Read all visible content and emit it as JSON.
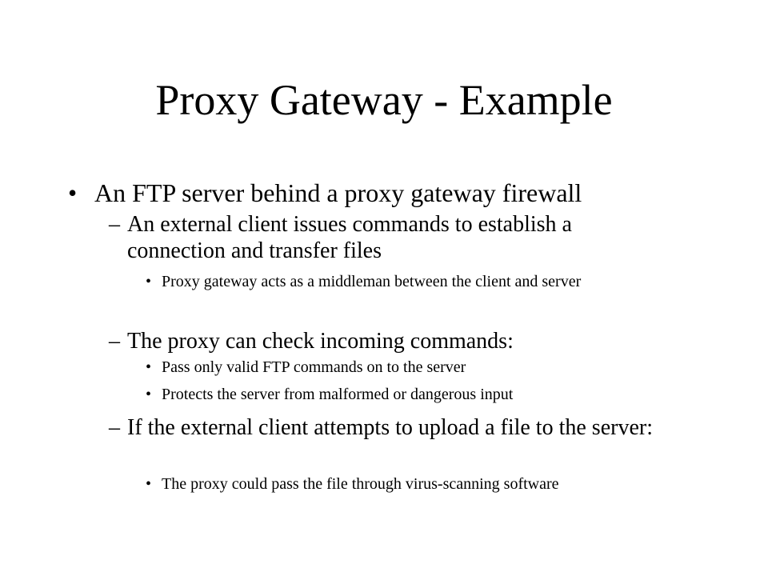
{
  "slide": {
    "title": "Proxy Gateway - Example",
    "bullet_char": "•",
    "dash_char": "–",
    "items": [
      {
        "level": 1,
        "text": "An FTP server behind a proxy gateway firewall"
      },
      {
        "level": 2,
        "text": "An external client issues commands to establish a connection and transfer files"
      },
      {
        "level": 3,
        "text": "Proxy gateway acts as a middleman between the client and server"
      },
      {
        "level": 2,
        "text": "The proxy can check incoming commands:"
      },
      {
        "level": 3,
        "text": "Pass only valid FTP commands on to the server"
      },
      {
        "level": 3,
        "text": "Protects the server from malformed or dangerous input"
      },
      {
        "level": 2,
        "text": "If the external client attempts to upload a file to the server:"
      },
      {
        "level": 3,
        "text": "The proxy could pass the file through virus-scanning software"
      }
    ]
  }
}
